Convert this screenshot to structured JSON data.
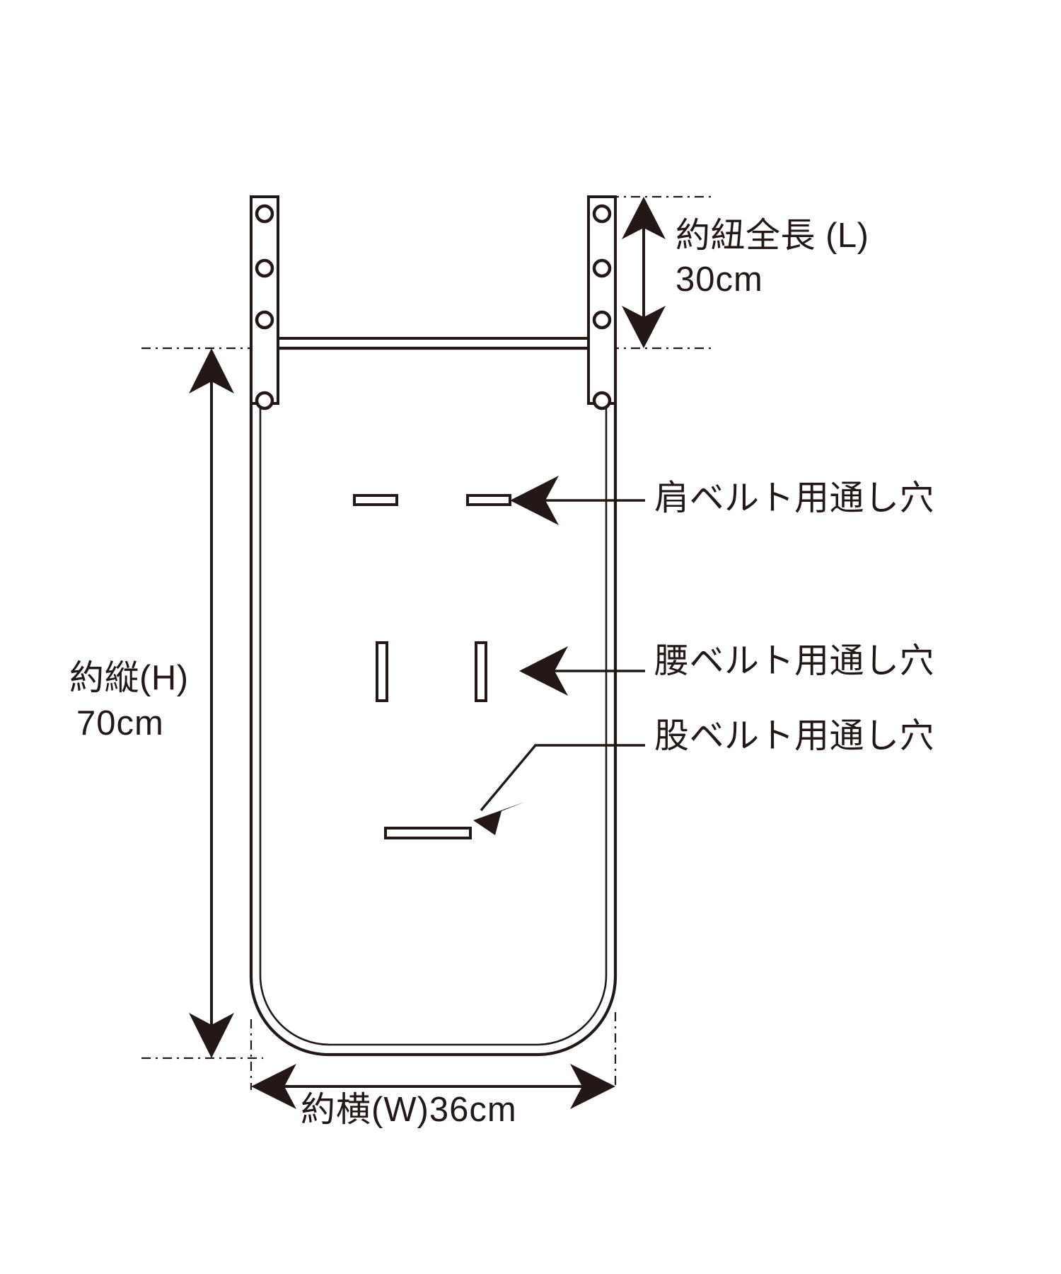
{
  "diagram": {
    "product": "baby carrier cushion sheet",
    "view": "flat front view with dimension callouts",
    "units": "cm"
  },
  "dimensions": {
    "strap_length": {
      "line1": "約紐全長 (L)",
      "line2": "30cm",
      "value": 30,
      "unit": "cm",
      "symbol": "L"
    },
    "height": {
      "line1": "約縦(H)",
      "line2": "70cm",
      "value": 70,
      "unit": "cm",
      "symbol": "H"
    },
    "width": {
      "text": "約横(W)36cm",
      "value": 36,
      "unit": "cm",
      "symbol": "W"
    }
  },
  "callouts": [
    {
      "id": "shoulder",
      "label": "肩ベルト用通し穴"
    },
    {
      "id": "waist",
      "label": "腰ベルト用通し穴"
    },
    {
      "id": "crotch",
      "label": "股ベルト用通し穴"
    }
  ],
  "colors": {
    "line": "#231815",
    "background": "#ffffff",
    "guide": "#231815"
  },
  "features": {
    "eyelets_per_strap": 4,
    "shoulder_slots": 2,
    "waist_slots": 2,
    "crotch_slots": 1
  }
}
